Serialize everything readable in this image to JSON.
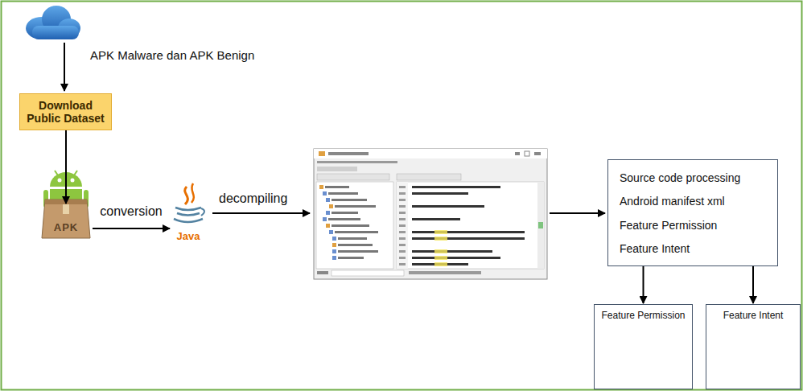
{
  "diagram": {
    "nodes": [
      {
        "text": [
          "Download Public Dataset"
        ]
      },
      {
        "text": [
          "APK"
        ]
      },
      {
        "text": [
          "Java"
        ]
      },
      {
        "text": [
          "Source code processing",
          "Android manifest xml",
          "Feature Permission",
          "Feature Intent"
        ]
      },
      {
        "text": [
          "Feature Permission"
        ]
      },
      {
        "text": [
          "Feature Intent"
        ]
      }
    ],
    "edges": [
      {
        "from": 0,
        "to": 1,
        "arrow": "to"
      },
      {
        "from": 1,
        "to": 2,
        "label": "conversion",
        "arrow": "to"
      },
      {
        "from": 3,
        "to": 4,
        "arrow": "to"
      },
      {
        "from": 3,
        "to": 5,
        "arrow": "to"
      }
    ],
    "labels": [
      "APK Malware dan APK Benign",
      "decompiling"
    ]
  }
}
